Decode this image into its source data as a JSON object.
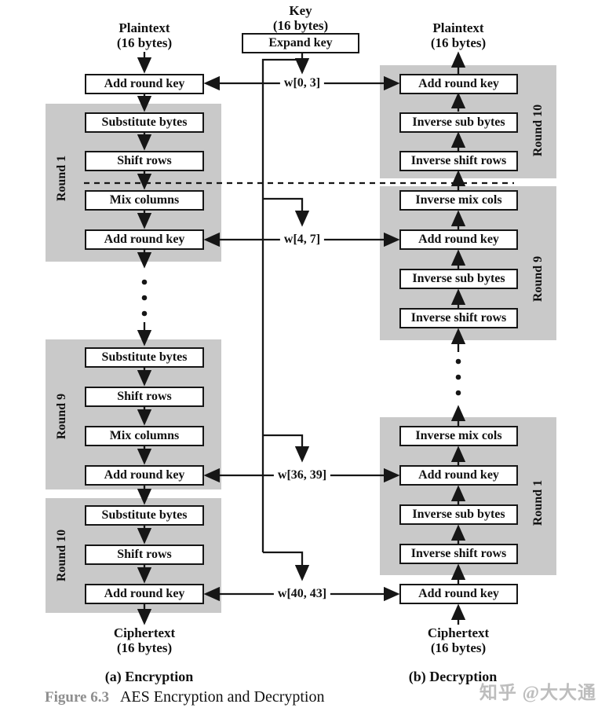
{
  "colors": {
    "panel_gray": "#c9c9c9",
    "line_black": "#161616",
    "caption_gray": "#8e8e8e",
    "watermark_gray": "#bdbdbd"
  },
  "key_schedule": {
    "key": {
      "name": "Key",
      "size": "(16 bytes)"
    },
    "expand_step": "Expand key",
    "round_keys": [
      "w[0, 3]",
      "w[4, 7]",
      "w[36, 39]",
      "w[40, 43]"
    ]
  },
  "encryption": {
    "title": "(a) Encryption",
    "input": {
      "name": "Plaintext",
      "size": "(16 bytes)"
    },
    "output": {
      "name": "Ciphertext",
      "size": "(16 bytes)"
    },
    "initial_step": "Add round key",
    "rounds": [
      {
        "label": "Round 1",
        "steps": [
          "Substitute bytes",
          "Shift rows",
          "Mix columns",
          "Add round key"
        ]
      },
      {
        "label": "Round 9",
        "steps": [
          "Substitute bytes",
          "Shift rows",
          "Mix columns",
          "Add round key"
        ]
      },
      {
        "label": "Round 10",
        "steps": [
          "Substitute bytes",
          "Shift rows",
          "Add round key"
        ]
      }
    ]
  },
  "decryption": {
    "title": "(b) Decryption",
    "input": {
      "name": "Ciphertext",
      "size": "(16 bytes)"
    },
    "output": {
      "name": "Plaintext",
      "size": "(16 bytes)"
    },
    "final_step": "Add round key",
    "rounds": [
      {
        "label": "Round 10",
        "steps": [
          "Add round key",
          "Inverse sub bytes",
          "Inverse shift rows"
        ]
      },
      {
        "label": "Round 9",
        "steps": [
          "Inverse mix cols",
          "Add round key",
          "Inverse sub bytes",
          "Inverse shift rows"
        ]
      },
      {
        "label": "Round 1",
        "steps": [
          "Inverse mix cols",
          "Add round key",
          "Inverse sub bytes",
          "Inverse shift rows"
        ]
      }
    ]
  },
  "caption": {
    "figure_label": "Figure 6.3",
    "figure_title": "AES Encryption and Decryption"
  },
  "watermark": "知乎 @大大通"
}
